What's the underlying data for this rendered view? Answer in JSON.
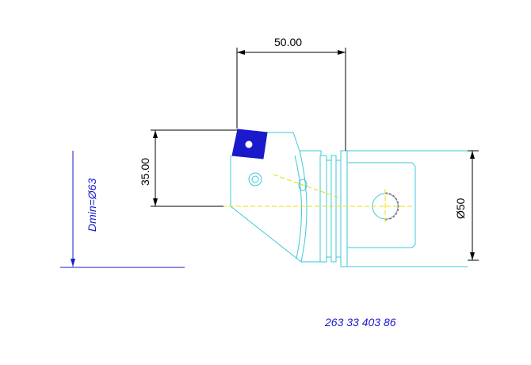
{
  "dimensions": {
    "width_label": "50.00",
    "height_label": "35.00",
    "diameter_label": "Ø50",
    "dmin_label": "Dmin=Ø63"
  },
  "part_number": "263 33 403 86",
  "colors": {
    "outline": "#3cc8d8",
    "dimension": "#000000",
    "insert": "#1a1acc",
    "centerline": "#e8e000",
    "hole_highlight": "#e02020"
  }
}
